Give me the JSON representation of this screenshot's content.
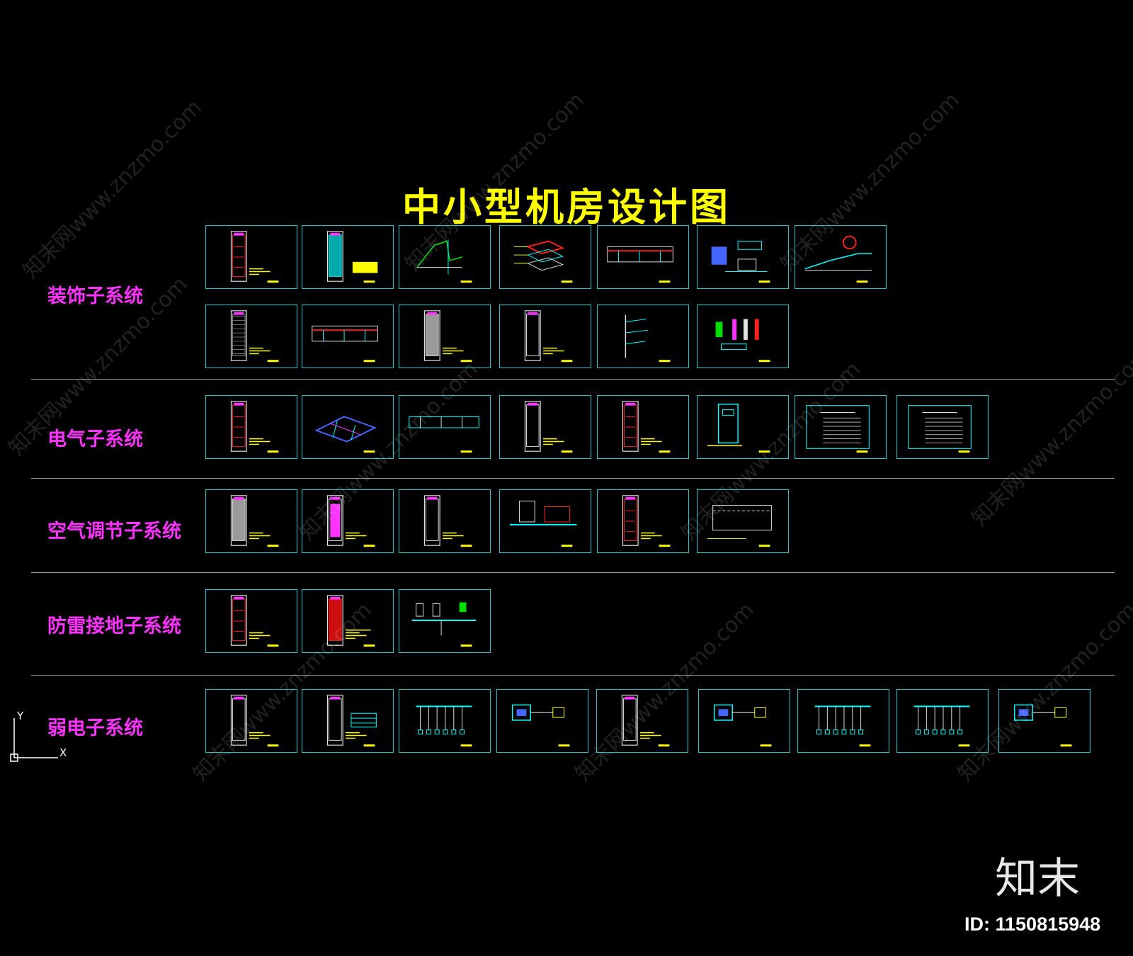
{
  "title": "中小型机房设计图",
  "sections": [
    {
      "label": "装饰子系统",
      "rows": [
        7,
        6
      ]
    },
    {
      "label": "电气子系统",
      "rows": [
        8
      ]
    },
    {
      "label": "空气调节子系统",
      "rows": [
        6
      ]
    },
    {
      "label": "防雷接地子系统",
      "rows": [
        3
      ]
    },
    {
      "label": "弱电子系统",
      "rows": [
        9
      ]
    }
  ],
  "watermark_text": "知末网www.znzmo.com",
  "brand": "知末",
  "id_label": "ID: 1150815948",
  "ucs": {
    "x_label": "X",
    "y_label": "Y"
  },
  "colors": {
    "background": "#000000",
    "title": "#ffff00",
    "section_label": "#ff33ff",
    "sheet_border": "#20c8c8",
    "divider": "#9a9a9a"
  },
  "sheet_icons": {
    "0-0": "cabinet-red",
    "0-1": "cabinet-cyan",
    "0-2": "section-detail",
    "0-3": "layer-stack",
    "0-4": "ceiling-section",
    "0-5": "floor-detail",
    "0-6": "ramp-detail",
    "1-0": "cabinet-grid",
    "1-1": "ceiling-section",
    "1-2": "cabinet-gray",
    "1-3": "cabinet-plain",
    "1-4": "wall-detail",
    "1-5": "parts-detail",
    "2-0": "cabinet-red",
    "2-1": "floor-3d",
    "2-2": "pipe-section",
    "2-3": "cabinet-plain",
    "2-4": "cabinet-red",
    "2-5": "panel-front",
    "2-6": "distribution-schematic",
    "2-7": "distribution-schematic",
    "3-0": "cabinet-gray",
    "3-1": "cabinet-magenta",
    "3-2": "cabinet-plain",
    "3-3": "unit-elevation",
    "3-4": "cabinet-red",
    "3-5": "room-plan",
    "4-0": "cabinet-red",
    "4-1": "cabinet-red-fill",
    "4-2": "grounding-schematic",
    "5-0": "cabinet-plain",
    "5-1": "cabinet-table",
    "5-2": "network-tree",
    "5-3": "monitor-system",
    "5-4": "cabinet-plain",
    "5-5": "monitor-system",
    "5-6": "network-tree",
    "5-7": "network-tree",
    "5-8": "monitor-system"
  }
}
